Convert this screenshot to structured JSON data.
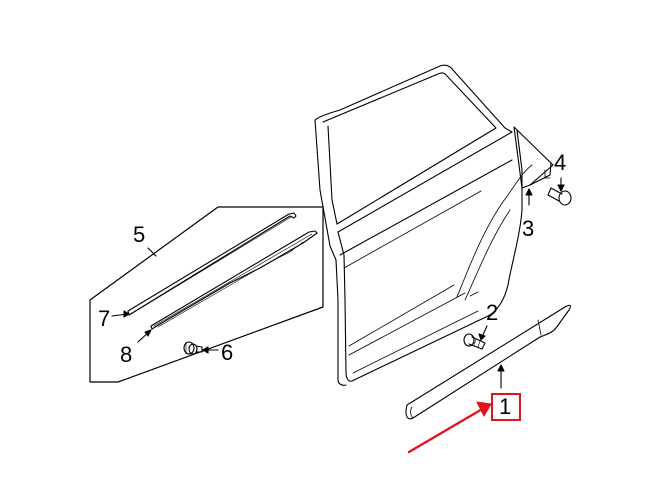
{
  "diagram": {
    "type": "parts-exploded-view",
    "subject": "rear door exterior molding",
    "highlight_color": "#e0141e",
    "line_color": "#000000",
    "highlighted_part": "1"
  },
  "callouts": [
    {
      "id": "c1",
      "label": "1",
      "highlighted": true
    },
    {
      "id": "c2",
      "label": "2"
    },
    {
      "id": "c3",
      "label": "3"
    },
    {
      "id": "c4",
      "label": "4"
    },
    {
      "id": "c5",
      "label": "5"
    },
    {
      "id": "c6",
      "label": "6"
    },
    {
      "id": "c7",
      "label": "7"
    },
    {
      "id": "c8",
      "label": "8"
    }
  ]
}
